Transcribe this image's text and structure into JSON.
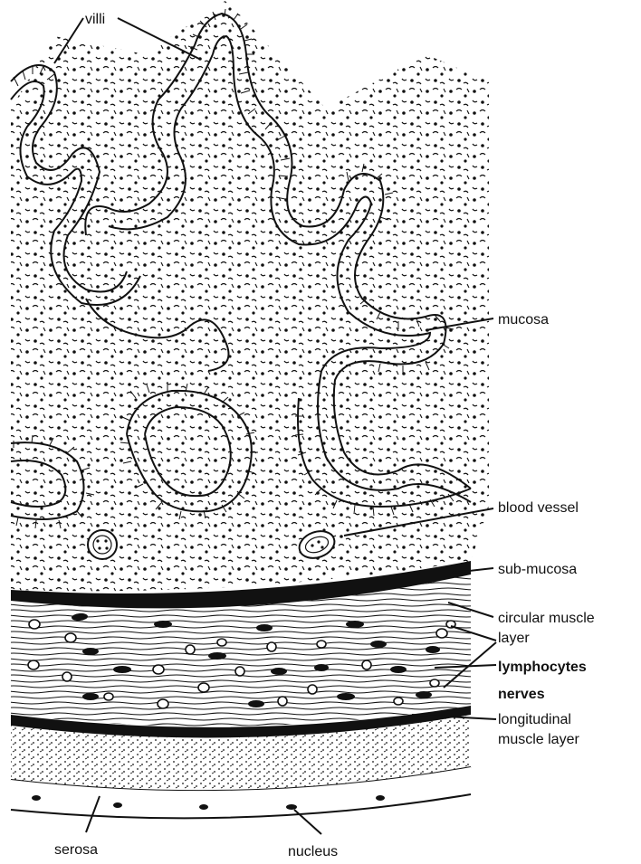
{
  "labels": {
    "villi": "villi",
    "mucosa": "mucosa",
    "blood_vessel": "blood vessel",
    "sub_mucosa": "sub-mucosa",
    "circular_muscle_line1": "circular muscle",
    "circular_muscle_line2": "layer",
    "lymphocytes": "lymphocytes",
    "nerves": "nerves",
    "longitudinal_line1": "longitudinal",
    "longitudinal_line2": "muscle layer",
    "serosa": "serosa",
    "nucleus": "nucleus"
  },
  "colors": {
    "ink": "#111111",
    "paper": "#ffffff"
  }
}
